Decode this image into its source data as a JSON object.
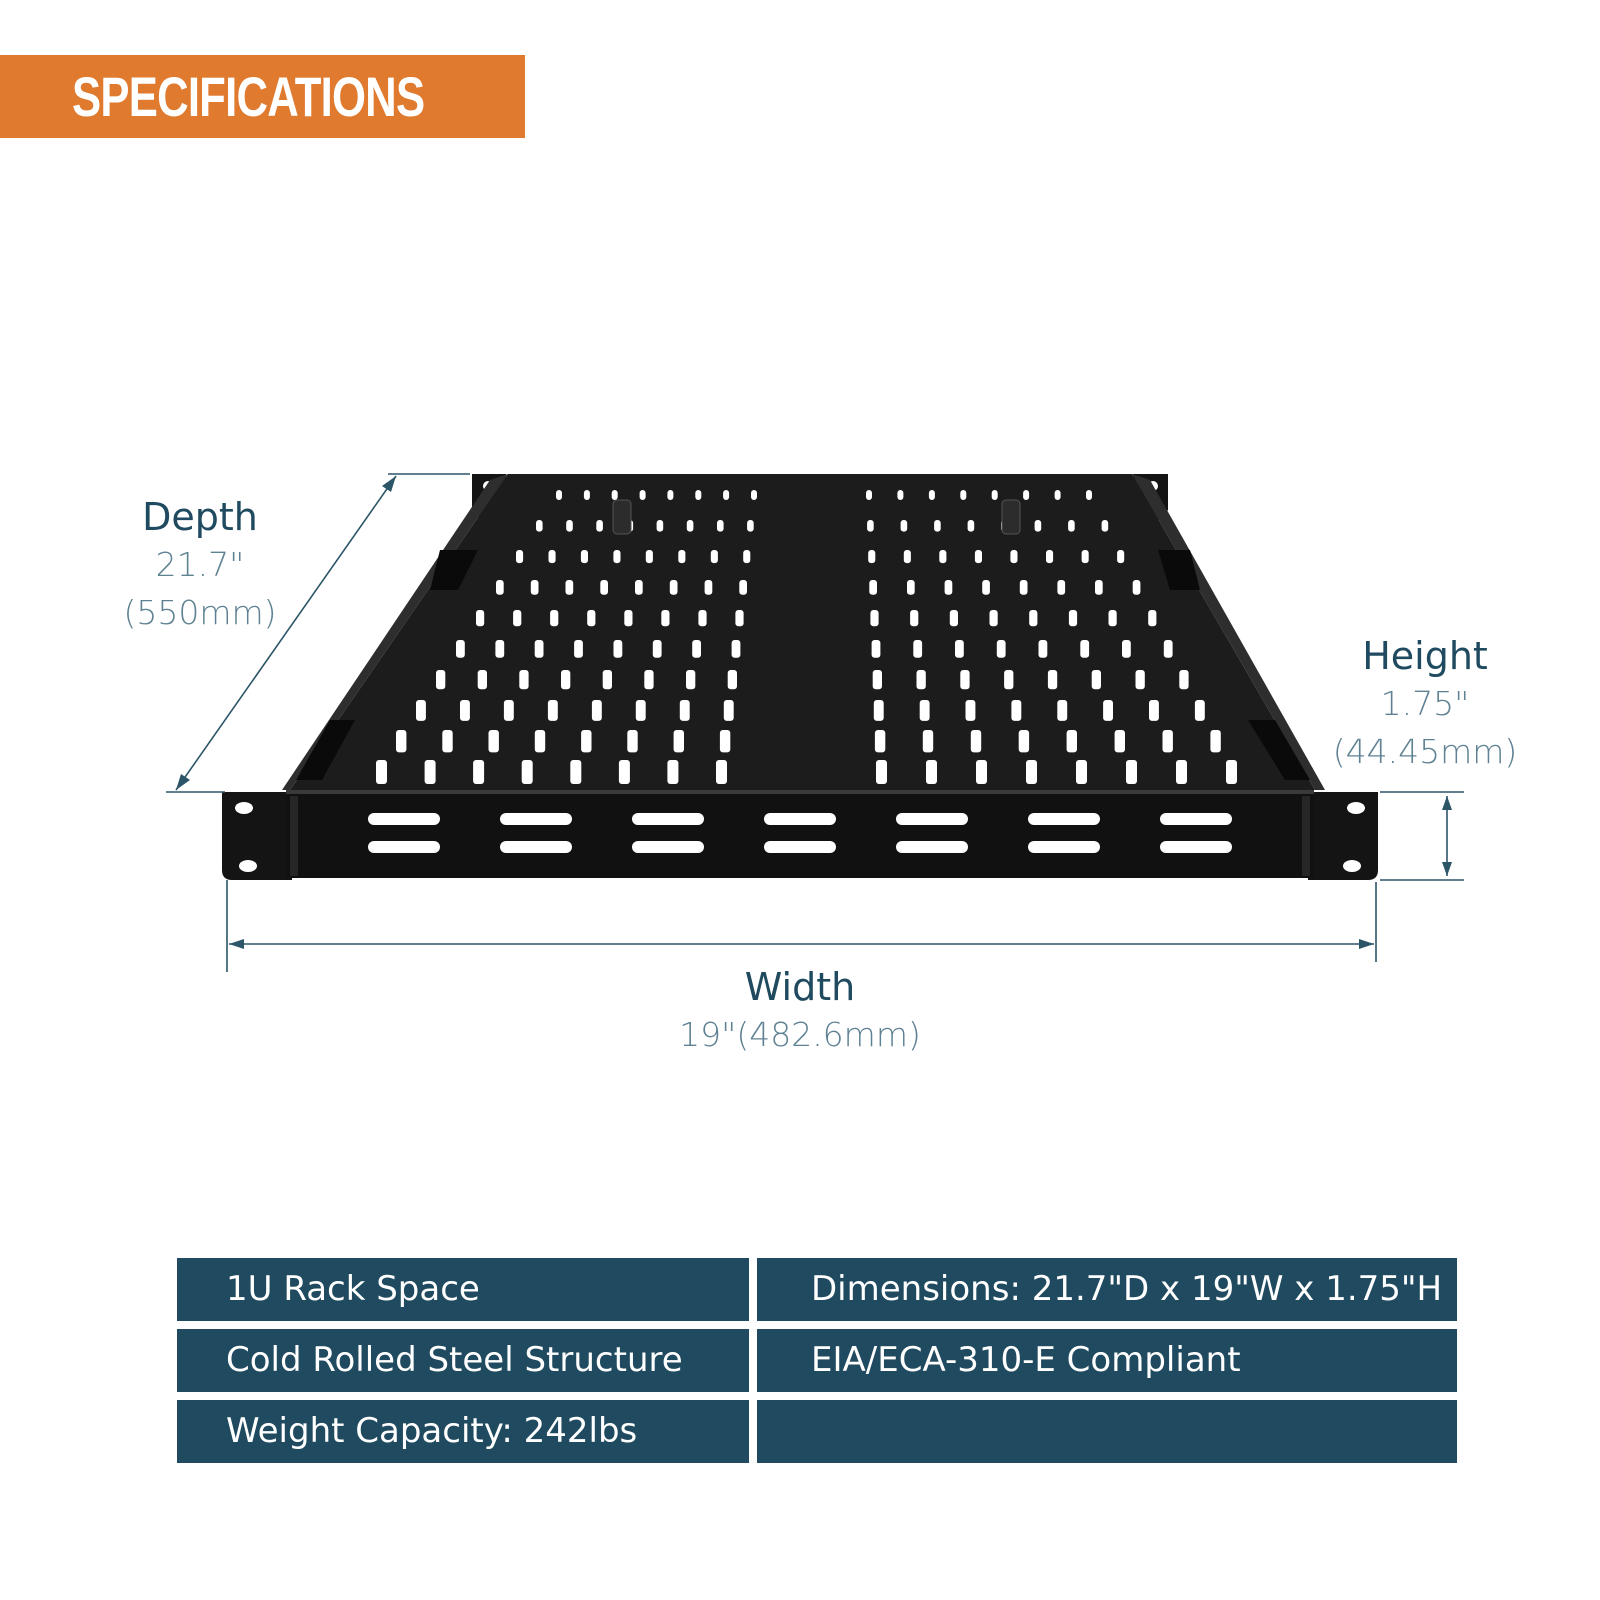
{
  "banner": {
    "title": "SPECIFICATIONS"
  },
  "dimensions": {
    "depth": {
      "label": "Depth",
      "inches": "21.7\"",
      "mm": "(550mm)"
    },
    "height": {
      "label": "Height",
      "inches": "1.75\"",
      "mm": "(44.45mm)"
    },
    "width": {
      "label": "Width",
      "value": "19\"(482.6mm)"
    }
  },
  "specs": {
    "rows": [
      {
        "left": "1U Rack Space",
        "right": "Dimensions: 21.7\"D x 19\"W x 1.75\"H"
      },
      {
        "left": "Cold Rolled Steel Structure",
        "right": "EIA/ECA-310-E Compliant"
      },
      {
        "left": "Weight Capacity: 242lbs",
        "right": ""
      }
    ]
  },
  "colors": {
    "banner": "#e07a2e",
    "navy": "#1f4a5f",
    "dimension_line": "#2d5568",
    "shelf": "#141414"
  },
  "icons": {
    "product": "rack-shelf-icon"
  }
}
